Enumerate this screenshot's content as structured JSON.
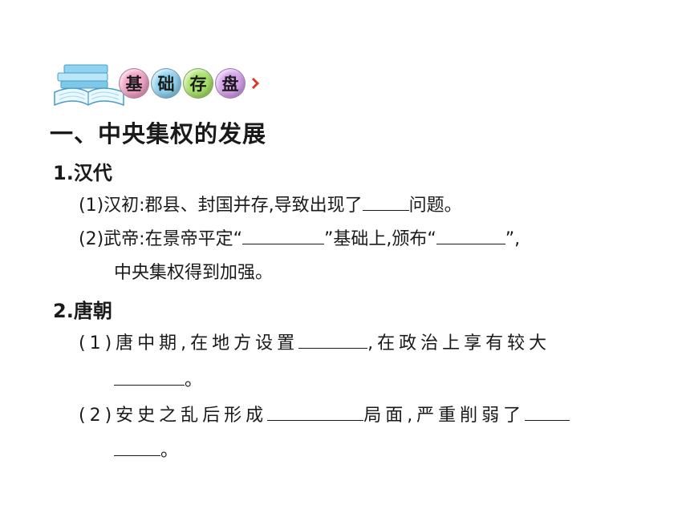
{
  "header": {
    "badges": [
      {
        "char": "基",
        "color": "#f2a3c7"
      },
      {
        "char": "础",
        "color": "#8fd3f0"
      },
      {
        "char": "存",
        "color": "#a9e36b"
      },
      {
        "char": "盘",
        "color": "#d6a2ec"
      }
    ]
  },
  "section": {
    "title": "一、中央集权的发展",
    "han": {
      "heading": "1.汉代",
      "item1": {
        "num": "(1)",
        "text_a": "汉初:郡县、封国并存,导致出现了",
        "text_b": "问题。"
      },
      "item2": {
        "num": "(2)",
        "text_a": "武帝:在景帝平定“",
        "text_b": "”基础上,颁布“",
        "text_c": "”,",
        "text_d": "中央集权得到加强。"
      }
    },
    "tang": {
      "heading": "2.唐朝",
      "item1": {
        "num": "(1)",
        "text_a": "唐中期,在地方设置",
        "text_b": ",在政治上享有较大",
        "text_c": "。"
      },
      "item2": {
        "num": "(2)",
        "text_a": "安史之乱后形成",
        "text_b": "局面,严重削弱了",
        "text_c": "。"
      }
    }
  }
}
